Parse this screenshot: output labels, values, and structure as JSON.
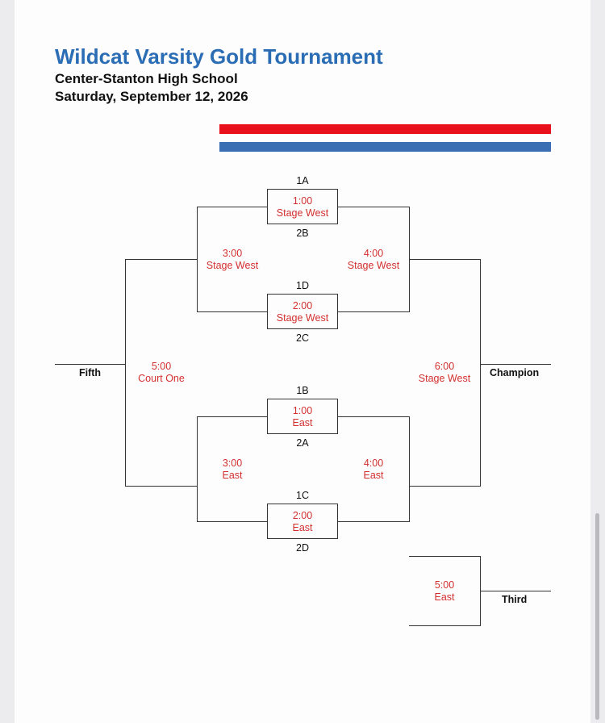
{
  "header": {
    "title": "Wildcat Varsity Gold Tournament",
    "school": "Center-Stanton High School",
    "date": "Saturday, September 12, 2026"
  },
  "colors": {
    "title": "#2a6db5",
    "stripe_top": "#e8101a",
    "stripe_bottom": "#3a6fb3",
    "game_text": "#d32f2f"
  },
  "seeds": {
    "s1A": "1A",
    "s2B": "2B",
    "s1D": "1D",
    "s2C": "2C",
    "s1B": "1B",
    "s2A": "2A",
    "s1C": "1C",
    "s2D": "2D"
  },
  "games": {
    "g1": {
      "time": "1:00",
      "location": "Stage West"
    },
    "g2": {
      "time": "2:00",
      "location": "Stage West"
    },
    "g3": {
      "time": "1:00",
      "location": "East"
    },
    "g4": {
      "time": "2:00",
      "location": "East"
    },
    "g5": {
      "time": "3:00",
      "location": "Stage West"
    },
    "g6": {
      "time": "4:00",
      "location": "Stage West"
    },
    "g7": {
      "time": "3:00",
      "location": "East"
    },
    "g8": {
      "time": "4:00",
      "location": "East"
    },
    "g9": {
      "time": "5:00",
      "location": "Court One"
    },
    "g10": {
      "time": "6:00",
      "location": "Stage West"
    },
    "g11": {
      "time": "5:00",
      "location": "East"
    }
  },
  "places": {
    "fifth": "Fifth",
    "champion": "Champion",
    "third": "Third"
  }
}
